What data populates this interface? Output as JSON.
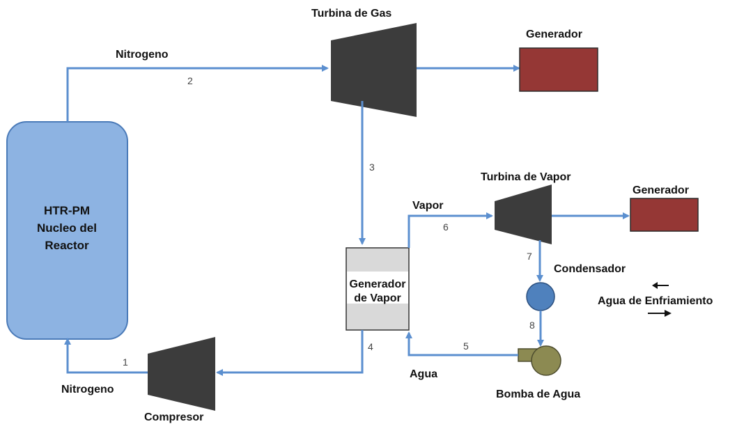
{
  "labels": {
    "gas_turbine": "Turbina de Gas",
    "generator_1": "Generador",
    "nitrogen_top": "Nitrogeno",
    "reactor_line1": "HTR-PM",
    "reactor_line2": "Nucleo del",
    "reactor_line3": "Reactor",
    "steam_turbine": "Turbina de Vapor",
    "generator_2": "Generador",
    "vapor": "Vapor",
    "condenser": "Condensador",
    "steam_gen_line1": "Generador",
    "steam_gen_line2": "de Vapor",
    "cooling_water": "Agua de Enfriamiento",
    "water": "Agua",
    "water_pump": "Bomba de Agua",
    "nitrogen_bottom": "Nitrogeno",
    "compressor": "Compresor"
  },
  "points": {
    "p1": "1",
    "p2": "2",
    "p3": "3",
    "p4": "4",
    "p5": "5",
    "p6": "6",
    "p7": "7",
    "p8": "8"
  },
  "colors": {
    "pipe": "#5b8fcf",
    "reactor_fill": "#8db3e2",
    "reactor_stroke": "#4a7ab8",
    "turbine": "#3c3c3c",
    "generator": "#953735",
    "condenser": "#4f81bd",
    "pump": "#8c8a52"
  }
}
